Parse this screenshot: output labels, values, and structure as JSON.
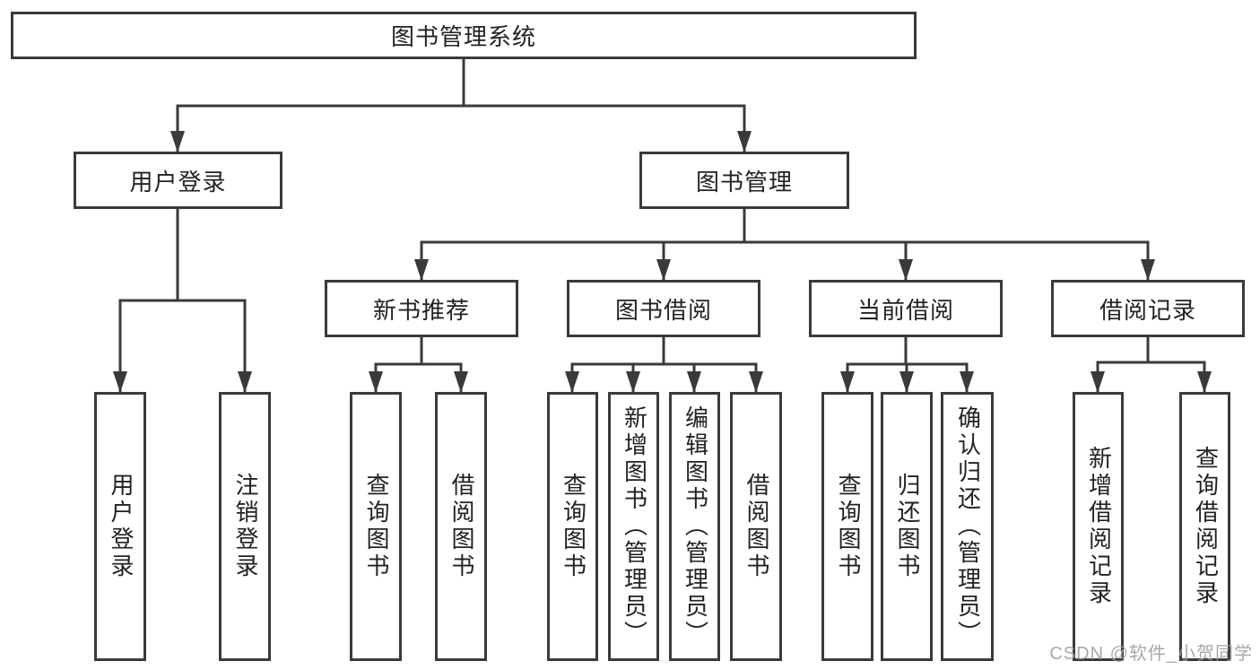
{
  "diagram": {
    "root": {
      "label": "图书管理系统"
    },
    "level2": [
      {
        "label": "用户登录"
      },
      {
        "label": "图书管理"
      }
    ],
    "level3": [
      {
        "label": "新书推荐"
      },
      {
        "label": "图书借阅"
      },
      {
        "label": "当前借阅"
      },
      {
        "label": "借阅记录"
      }
    ],
    "leaves": {
      "user_login": [
        "用户登录",
        "注销登录"
      ],
      "new_book": [
        "查询图书",
        "借阅图书"
      ],
      "book_borrow": [
        "查询图书",
        "新增图书（管理员）",
        "编辑图书（管理员）",
        "借阅图书"
      ],
      "current_borrow": [
        "查询图书",
        "归还图书",
        "确认归还（管理员）"
      ],
      "borrow_record": [
        "新增借阅记录",
        "查询借阅记录"
      ]
    }
  },
  "watermark": "CSDN @软件_小贺同学",
  "colors": {
    "line": "#3a3a3a",
    "text": "#222222",
    "background": "#ffffff",
    "watermark": "#9e9e9e"
  }
}
